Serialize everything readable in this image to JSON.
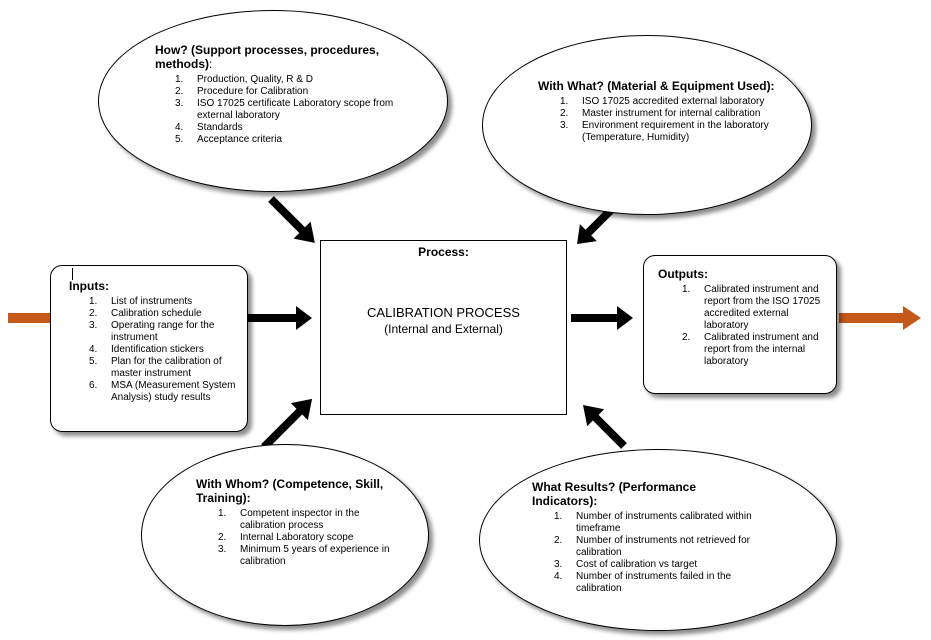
{
  "how": {
    "title": "How? (Support processes, procedures, methods)",
    "title_suffix": ":",
    "items": [
      {
        "num": "1.",
        "text": "Production, Quality, R & D"
      },
      {
        "num": "2.",
        "text": "Procedure for Calibration"
      },
      {
        "num": "3.",
        "text": "ISO 17025 certificate Laboratory scope from external laboratory"
      },
      {
        "num": "4.",
        "text": "Standards"
      },
      {
        "num": "5.",
        "text": "Acceptance criteria"
      }
    ]
  },
  "with_what": {
    "title": "With What? (Material & Equipment Used):",
    "items": [
      {
        "num": "1.",
        "text": "ISO 17025 accredited external laboratory"
      },
      {
        "num": "2.",
        "text": "Master instrument for internal calibration"
      },
      {
        "num": "3.",
        "text": "Environment requirement in the laboratory (Temperature, Humidity)"
      }
    ]
  },
  "inputs": {
    "title": "Inputs:",
    "items": [
      {
        "num": "1.",
        "text": "List of instruments"
      },
      {
        "num": "2.",
        "text": "Calibration schedule"
      },
      {
        "num": "3.",
        "text": "Operating range for the instrument"
      },
      {
        "num": "4.",
        "text": "Identification stickers"
      },
      {
        "num": "5.",
        "text": "Plan for the calibration of master instrument"
      },
      {
        "num": "6.",
        "text": "MSA (Measurement System Analysis) study results"
      }
    ]
  },
  "process": {
    "title": "Process:",
    "line1": "CALIBRATION PROCESS",
    "line2": "(Internal and External)"
  },
  "outputs": {
    "title": "Outputs:",
    "items": [
      {
        "num": "1.",
        "text": "Calibrated instrument and report from the ISO 17025 accredited external laboratory"
      },
      {
        "num": "2.",
        "text": "Calibrated instrument and report from the internal laboratory"
      }
    ]
  },
  "with_whom": {
    "title": "With Whom? (Competence, Skill, Training):",
    "items": [
      {
        "num": "1.",
        "text": "Competent inspector in the calibration process"
      },
      {
        "num": "2.",
        "text": "Internal Laboratory scope"
      },
      {
        "num": "3.",
        "text": "Minimum 5 years of experience in calibration"
      }
    ]
  },
  "what_results": {
    "title": "What Results? (Performance Indicators):",
    "items": [
      {
        "num": "1.",
        "text": "Number of instruments calibrated within timeframe"
      },
      {
        "num": "2.",
        "text": "Number of instruments not retrieved for calibration"
      },
      {
        "num": "3.",
        "text": "Cost of calibration vs target"
      },
      {
        "num": "4.",
        "text": "Number of instruments failed in the calibration"
      }
    ]
  },
  "colors": {
    "flow_arrow": "#c5591a",
    "connector_arrow": "#000000",
    "shape_border": "#000000",
    "shape_fill": "#ffffff"
  }
}
